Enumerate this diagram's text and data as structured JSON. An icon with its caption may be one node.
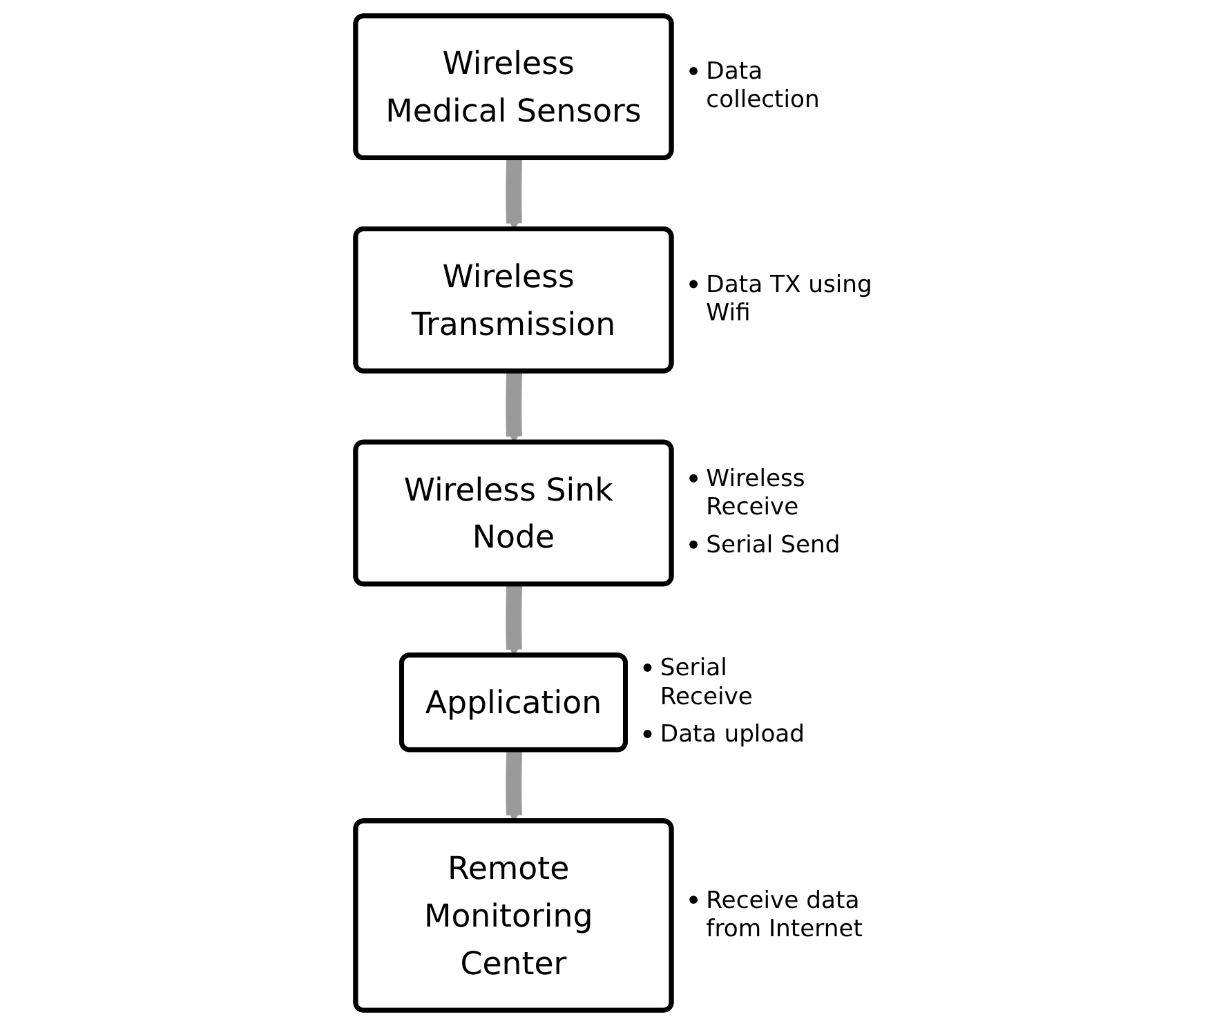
{
  "diagram": {
    "nodes": [
      {
        "text": [
          "Wireless Medical Sensors"
        ],
        "beside": [
          "Data collection"
        ]
      },
      {
        "text": [
          "Wireless Transmission"
        ],
        "beside": [
          "Data TX using Wifi"
        ]
      },
      {
        "text": [
          "Wireless Sink Node"
        ],
        "beside": [
          "Wireless Receive",
          "Serial Send"
        ]
      },
      {
        "text": [
          "Application"
        ],
        "beside": [
          "Serial Receive",
          "Data upload"
        ]
      },
      {
        "text": [
          "Remote Monitoring Center"
        ],
        "beside": [
          "Receive data from Internet"
        ]
      }
    ],
    "edges": [
      {
        "from": 0,
        "to": 1,
        "arrow": "to"
      },
      {
        "from": 1,
        "to": 2,
        "arrow": "to"
      },
      {
        "from": 2,
        "to": 3,
        "arrow": "to"
      },
      {
        "from": 3,
        "to": 4,
        "arrow": "to"
      }
    ]
  }
}
